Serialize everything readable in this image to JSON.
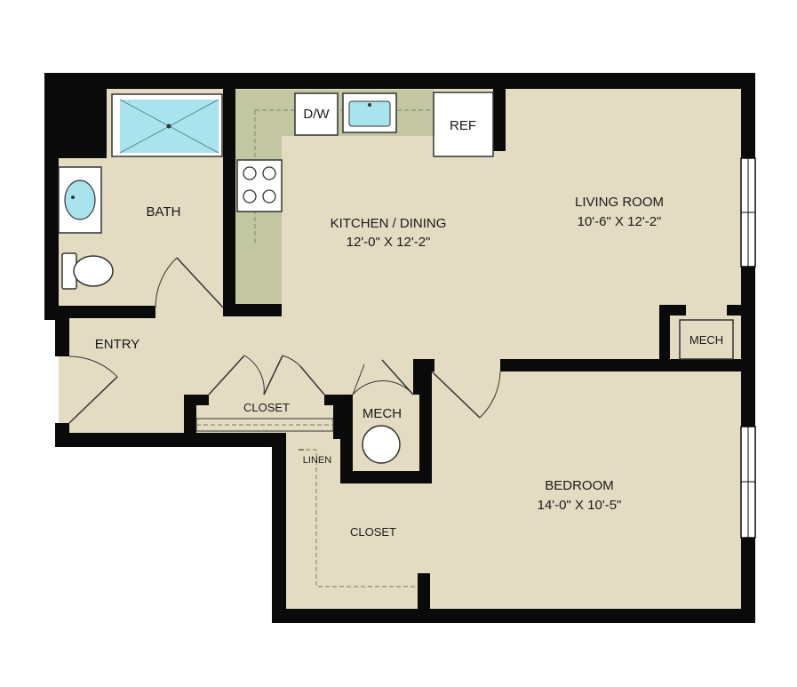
{
  "colors": {
    "wall": "#0a0a0a",
    "floor": "#e4dcc2",
    "counter": "#c2c6a1",
    "fixture": "#ffffff",
    "water": "#a9e3ee",
    "dash": "#8a8f7a"
  },
  "rooms": {
    "bath": {
      "name": "BATH"
    },
    "kitchen": {
      "name": "KITCHEN / DINING",
      "dims": "12'-0\" X 12'-2\""
    },
    "living": {
      "name": "LIVING ROOM",
      "dims": "10'-6\" X 12'-2\""
    },
    "entry": {
      "name": "ENTRY"
    },
    "closet_hall": {
      "name": "CLOSET"
    },
    "mech_hall": {
      "name": "MECH"
    },
    "mech_living": {
      "name": "MECH"
    },
    "bedroom": {
      "name": "BEDROOM",
      "dims": "14'-0\" X 10'-5\""
    },
    "linen": {
      "name": "LINEN"
    },
    "closet_bed": {
      "name": "CLOSET"
    }
  },
  "appliances": {
    "dishwasher": "D/W",
    "refrigerator": "REF"
  },
  "icons": [
    "shower-icon",
    "bath-sink-icon",
    "toilet-icon",
    "cooktop-icon",
    "kitchen-sink-icon",
    "water-heater-icon",
    "window-icon",
    "door-swing-icon"
  ]
}
